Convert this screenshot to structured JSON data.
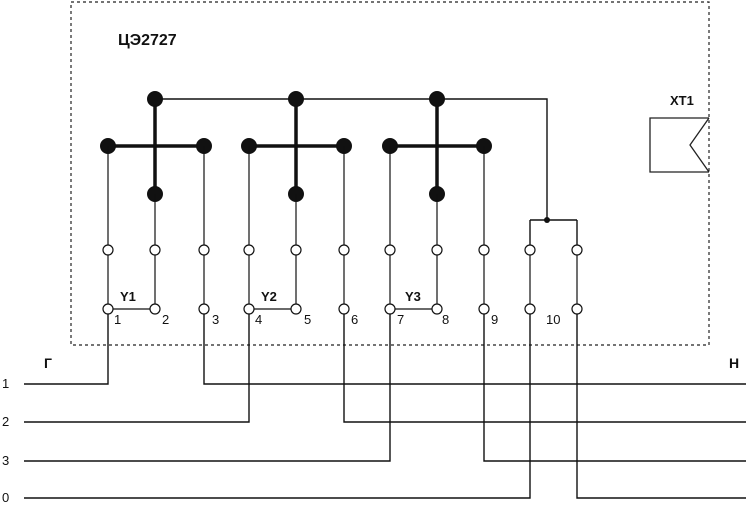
{
  "title": "ЦЭ2727",
  "connector": {
    "label": "XT1"
  },
  "sides": {
    "generator": "Г",
    "load": "Н"
  },
  "lines": [
    "1",
    "2",
    "3",
    "0"
  ],
  "elements": [
    "Y1",
    "Y2",
    "Y3"
  ],
  "terminals": [
    "1",
    "2",
    "3",
    "4",
    "5",
    "6",
    "7",
    "8",
    "9",
    "10"
  ]
}
